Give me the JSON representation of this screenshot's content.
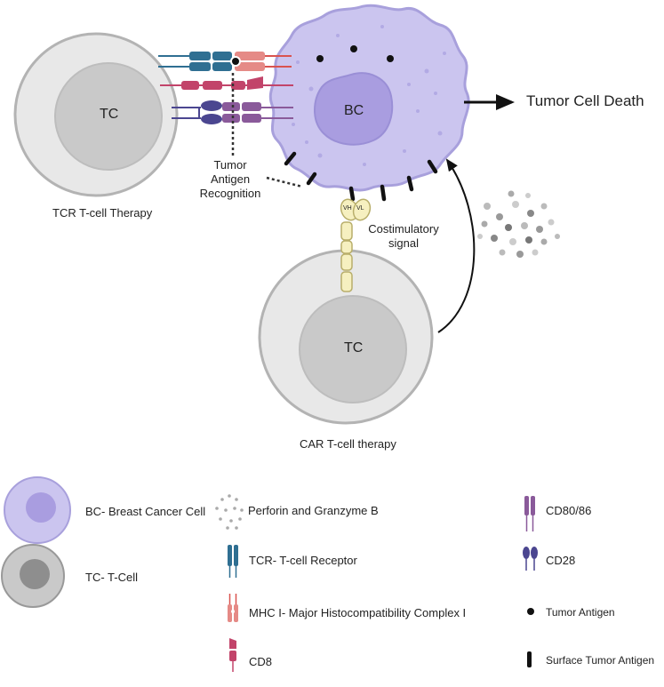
{
  "cells": {
    "tcr_t_cell_label": "TC",
    "cancer_cell_label": "BC",
    "car_t_cell_label": "TC"
  },
  "captions": {
    "tcr_therapy": "TCR T-cell Therapy",
    "car_therapy": "CAR T-cell therapy",
    "tumor_cell_death": "Tumor Cell Death",
    "tumor_antigen_recognition_line1": "Tumor",
    "tumor_antigen_recognition_line2": "Antigen",
    "tumor_antigen_recognition_line3": "Recognition",
    "costimulatory_line1": "Costimulatory",
    "costimulatory_line2": "signal",
    "vh": "VH",
    "vl": "VL"
  },
  "legend": {
    "bc": "BC- Breast Cancer Cell",
    "tc": "TC- T-Cell",
    "perforin": "Perforin and Granzyme B",
    "tcr": "TCR- T-cell Receptor",
    "mhc": "MHC I- Major Histocompatibility Complex I",
    "cd8": "CD8",
    "cd80": "CD80/86",
    "cd28": "CD28",
    "tumor_antigen": "Tumor Antigen",
    "surface_antigen": "Surface Tumor Antigen"
  },
  "colors": {
    "cell_gray": "#e6e6e6",
    "nucleus_gray": "#c9c9c9",
    "cancer_purple": "#c9c3ef",
    "cancer_nucleus": "#a99de0",
    "tcr_blue": "#2f6f92",
    "mhc_pink": "#e58a86",
    "cd8_magenta": "#c2446a",
    "cd80_purple": "#8a5a9a",
    "cd28_indigo": "#4b4690",
    "car_yellow": "#f6f0c0"
  }
}
